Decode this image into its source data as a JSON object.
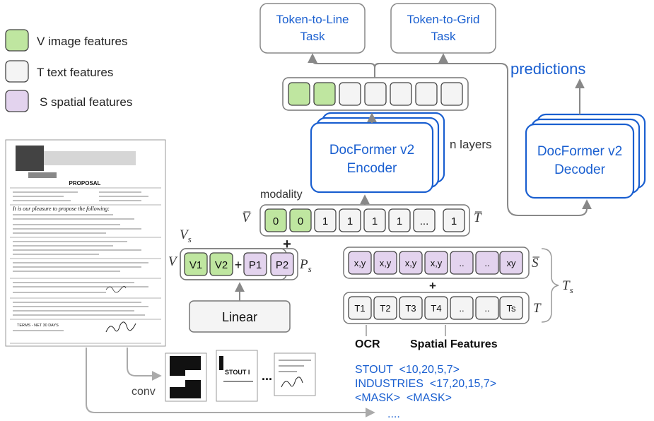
{
  "legend": {
    "v_label": "V image features",
    "t_label": "T text features",
    "s_label": "S spatial features",
    "colors": {
      "v": "#bfe6a0",
      "t": "#f4f4f4",
      "s": "#e3d3ee"
    }
  },
  "tasks": {
    "line": [
      "Token-to-Line",
      "Task"
    ],
    "grid": [
      "Token-to-Grid",
      "Task"
    ]
  },
  "predictions": "predictions",
  "encoder": {
    "line1": "DocFormer v2",
    "line2": "Encoder",
    "layers": "n layers"
  },
  "decoder": {
    "line1": "DocFormer v2",
    "line2": "Decoder"
  },
  "modality": {
    "label": "modality",
    "v_symbol": "V̅",
    "t_symbol": "T̅",
    "cells": [
      "0",
      "0",
      "1",
      "1",
      "1",
      "1",
      "...",
      "1"
    ]
  },
  "visual": {
    "vs": "V",
    "vs_sub": "s",
    "v": "V",
    "ps": "P",
    "ps_sub": "s",
    "plus": "+",
    "cells": [
      "V1",
      "V2",
      "P1",
      "P2"
    ]
  },
  "linear": "Linear",
  "spatial_row": {
    "cells": [
      "x,y",
      "x,y",
      "x,y",
      "x,y",
      "..",
      "..",
      "xy"
    ],
    "symbol": "S̅"
  },
  "text_row": {
    "cells": [
      "T1",
      "T2",
      "T3",
      "T4",
      "..",
      "..",
      "Ts"
    ],
    "symbol": "T",
    "ts": "T",
    "ts_sub": "s"
  },
  "plus_sign": "+",
  "ocr_label": "OCR",
  "spatial_label": "Spatial Features",
  "ocr_lines": [
    "STOUT  <10,20,5,7>",
    "INDUSTRIES  <17,20,15,7>",
    "<MASK>  <MASK>",
    "...."
  ],
  "conv": "conv",
  "crop_ellipsis": "...",
  "document": {
    "heading": "PROPOSAL",
    "script": "It is our pleasure to propose the following:",
    "terms": "TERMS - NET 30 DAYS"
  }
}
